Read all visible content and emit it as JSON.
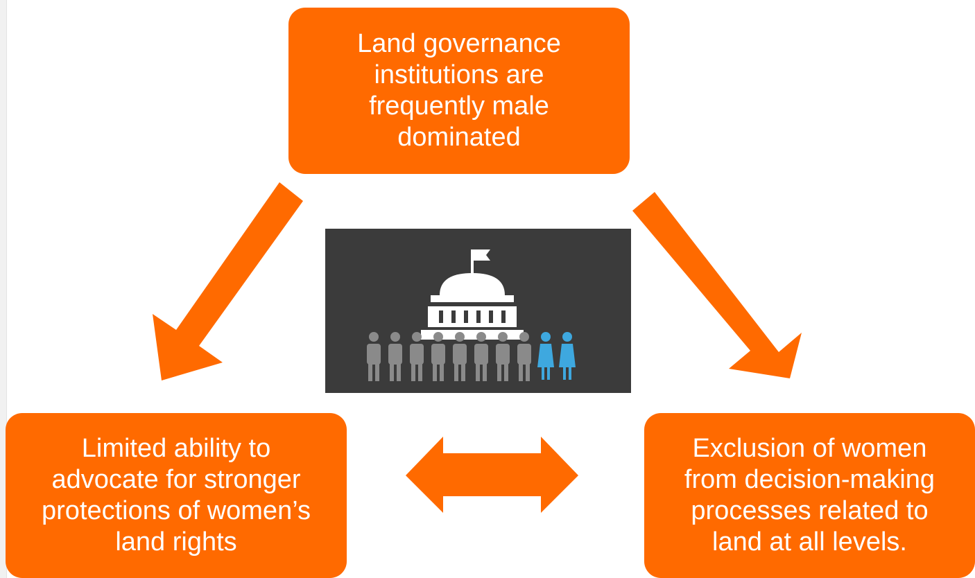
{
  "colors": {
    "accent": "#ff6a00",
    "illustration_bg": "#3b3b3b",
    "building": "#ffffff",
    "men_figures": "#8a8a8a",
    "women_figures": "#3ea8df"
  },
  "nodes": {
    "top": {
      "text": "Land governance\ninstitutions are\nfrequently male\ndominated"
    },
    "left": {
      "text": "Limited ability to\nadvocate for stronger\nprotections of women’s\nland rights"
    },
    "right": {
      "text": "Exclusion of women\nfrom decision-making\nprocesses related to\nland at all levels."
    }
  },
  "connectors": [
    {
      "from": "top",
      "to": "left",
      "style": "single-arrow"
    },
    {
      "from": "top",
      "to": "right",
      "style": "single-arrow"
    },
    {
      "from": "left",
      "to": "right",
      "style": "double-arrow"
    }
  ],
  "illustration": {
    "icon": "government-building-with-people-icon",
    "men_count": 8,
    "women_count": 2
  }
}
